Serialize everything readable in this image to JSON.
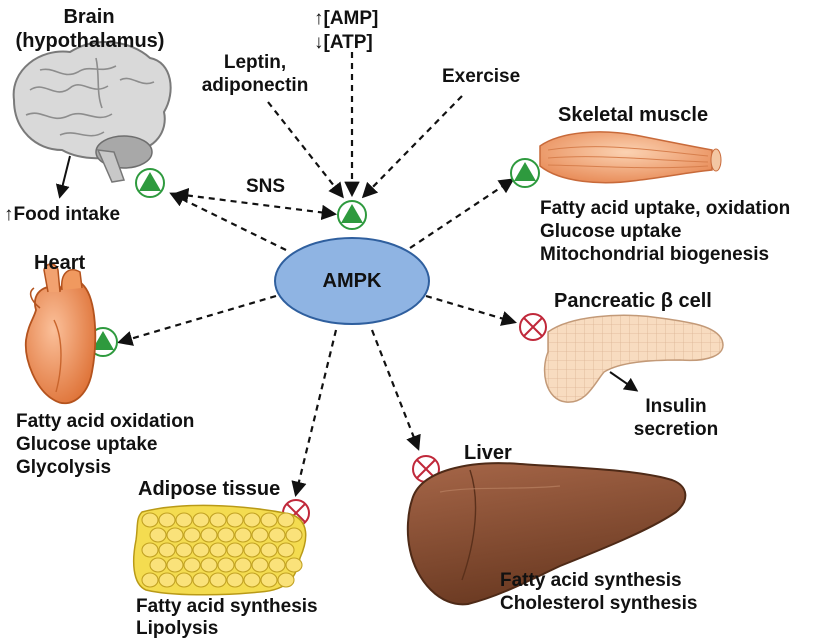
{
  "center": {
    "label": "AMPK"
  },
  "inputs": {
    "amp": "↑[AMP]",
    "atp": "↓[ATP]",
    "leptin": [
      "Leptin,",
      "adiponectin"
    ],
    "exercise": "Exercise",
    "sns": "SNS"
  },
  "brain": {
    "title": [
      "Brain",
      "(hypothalamus)"
    ],
    "effects": [
      "↑Food intake"
    ]
  },
  "skeletal_muscle": {
    "title": "Skeletal muscle",
    "effects": [
      "Fatty acid uptake, oxidation",
      "Glucose uptake",
      "Mitochondrial biogenesis"
    ]
  },
  "heart": {
    "title": "Heart",
    "effects": [
      "Fatty acid oxidation",
      "Glucose uptake",
      "Glycolysis"
    ]
  },
  "pancreas": {
    "title": "Pancreatic β cell",
    "effects": [
      "Insulin",
      "secretion"
    ]
  },
  "liver": {
    "title": "Liver",
    "effects": [
      "Fatty acid synthesis",
      "Cholesterol synthesis"
    ]
  },
  "adipose": {
    "title": "Adipose tissue",
    "effects": [
      "Fatty acid synthesis",
      "Lipolysis"
    ]
  },
  "colors": {
    "ampk_fill": "#8fb4e3",
    "ampk_stroke": "#2f5f9e",
    "activate": "#2e9a3e",
    "inhibit": "#c0283a",
    "muscle": "#f2a876",
    "heart": "#f19258",
    "liver": "#8a5236",
    "adipose": "#f2dc4e",
    "pancreas": "#f5d7b8",
    "brain": "#d6d6d6"
  }
}
